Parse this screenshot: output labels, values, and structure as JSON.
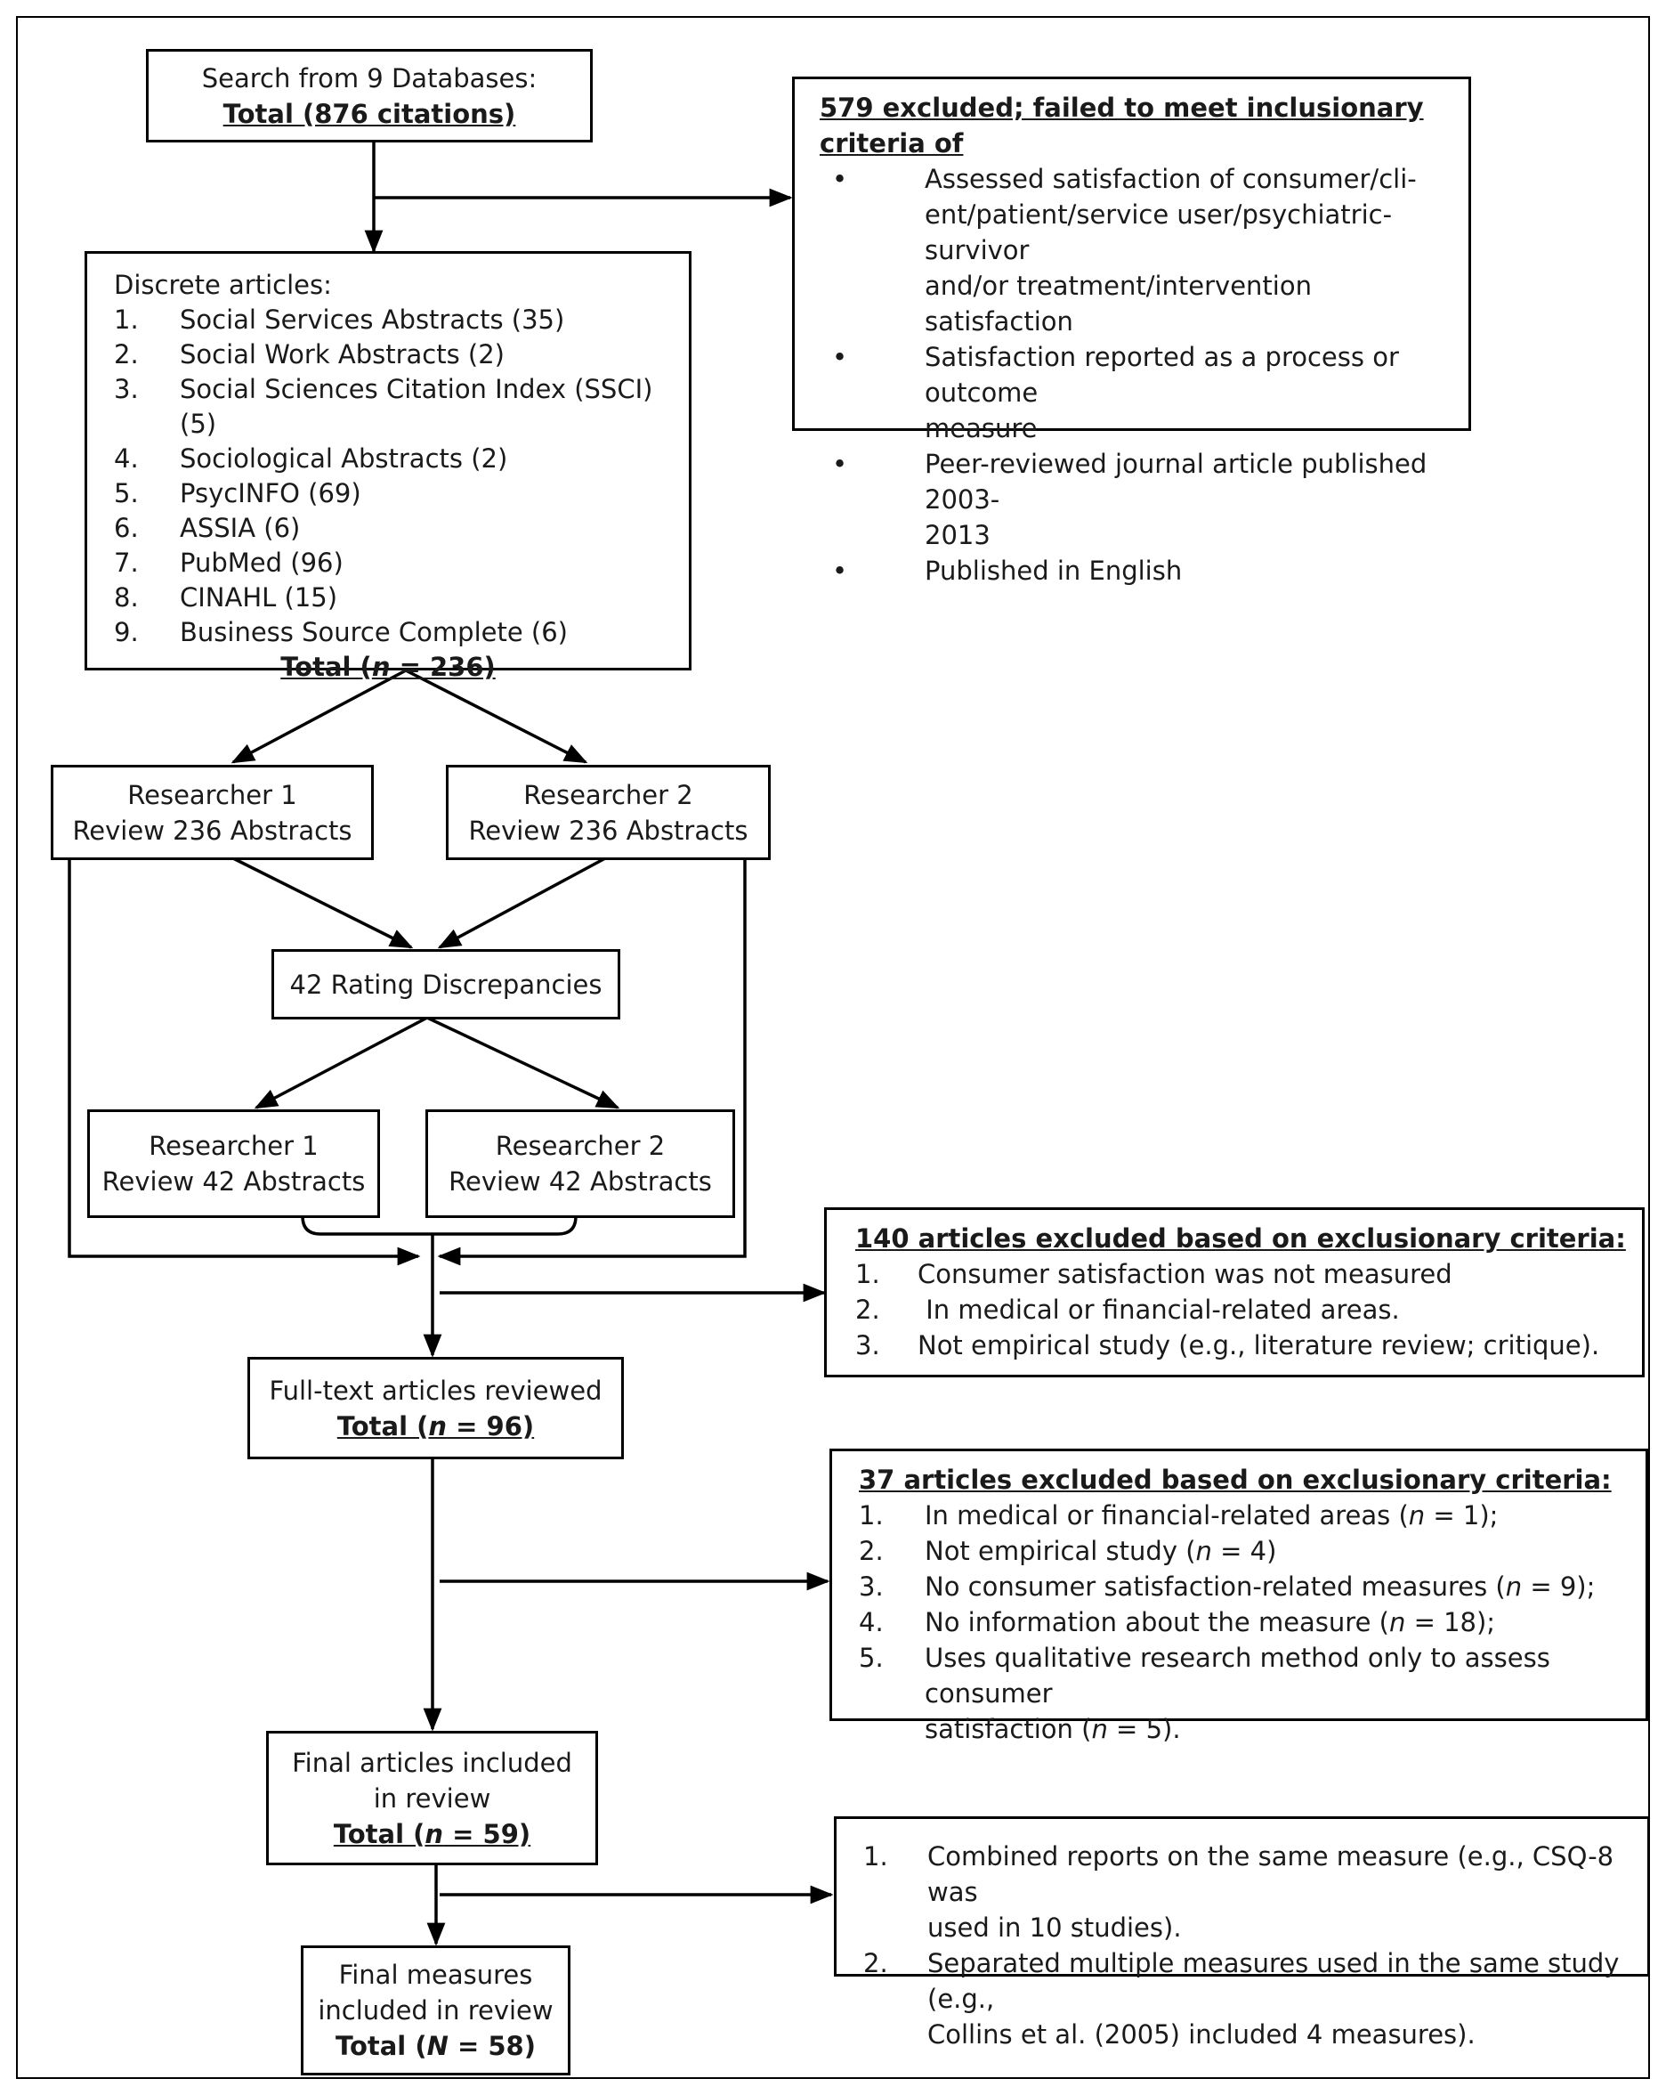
{
  "search": {
    "title": "Search from 9 Databases:",
    "total": "Total (876 citations)"
  },
  "excluded1": {
    "title": "579 excluded; failed to meet inclusionary criteria of",
    "bullets": [
      "Assessed satisfaction of consumer/cli-\nent/patient/service user/psychiatric-survivor\nand/or treatment/intervention satisfaction",
      "Satisfaction reported as a process or outcome\nmeasure",
      "Peer-reviewed journal article published 2003-\n2013",
      "Published in English"
    ]
  },
  "discrete": {
    "title": "Discrete articles:",
    "items": [
      {
        "num": "1.",
        "text": "Social Services Abstracts (35)"
      },
      {
        "num": "2.",
        "text": "Social Work Abstracts (2)"
      },
      {
        "num": "3.",
        "text": "Social Sciences Citation Index (SSCI) (5)"
      },
      {
        "num": "4.",
        "text": "Sociological Abstracts (2)"
      },
      {
        "num": "5.",
        "text": "PsycINFO (69)"
      },
      {
        "num": "6.",
        "text": "ASSIA (6)"
      },
      {
        "num": "7.",
        "text": "PubMed (96)"
      },
      {
        "num": "8.",
        "text": "CINAHL (15)"
      },
      {
        "num": "9.",
        "text": "Business Source Complete (6)"
      }
    ],
    "total_prefix": "Total (",
    "total_n": "n",
    "total_suffix": " = 236)"
  },
  "researcher1_abs": {
    "line1": "Researcher 1",
    "line2": "Review 236 Abstracts"
  },
  "researcher2_abs": {
    "line1": "Researcher 2",
    "line2": "Review 236 Abstracts"
  },
  "discrepancies": {
    "label": "42 Rating Discrepancies"
  },
  "researcher1_disc": {
    "line1": "Researcher 1",
    "line2": "Review 42 Abstracts"
  },
  "researcher2_disc": {
    "line1": "Researcher 2",
    "line2": "Review 42 Abstracts"
  },
  "excluded2": {
    "title": "140 articles excluded based on exclusionary criteria:",
    "items": [
      {
        "num": "1.",
        "text": "Consumer satisfaction was not measured"
      },
      {
        "num": "2.",
        "text": " In medical or financial-related areas."
      },
      {
        "num": "3.",
        "text": "Not empirical study (e.g., literature review; critique)."
      }
    ]
  },
  "fulltext": {
    "title": "Full-text articles reviewed",
    "total_prefix": "Total (",
    "total_n": "n",
    "total_suffix": " = 96)"
  },
  "excluded3": {
    "title": "37 articles excluded based on exclusionary criteria:",
    "items": [
      {
        "num": "1.",
        "pre": "In medical or financial-related areas (",
        "n": "n",
        "post": " = 1);"
      },
      {
        "num": "2.",
        "pre": "Not empirical study (",
        "n": "n",
        "post": " = 4)"
      },
      {
        "num": "3.",
        "pre": "No consumer satisfaction-related measures (",
        "n": "n",
        "post": " = 9);"
      },
      {
        "num": "4.",
        "pre": "No information about the measure (",
        "n": "n",
        "post": " = 18);"
      },
      {
        "num": "5.",
        "pre": "Uses qualitative research method only to assess consumer\nsatisfaction (",
        "n": "n",
        "post": " = 5)."
      }
    ]
  },
  "final_articles": {
    "line1": "Final articles included",
    "line2": "in review",
    "total_prefix": "Total (",
    "total_n": "n",
    "total_suffix": " = 59)"
  },
  "combined": {
    "items": [
      {
        "num": "1.",
        "text": "Combined reports on the same measure (e.g., CSQ-8 was\nused in 10 studies)."
      },
      {
        "num": "2.",
        "text": "Separated multiple measures used in the same study (e.g.,\nCollins et al. (2005) included 4 measures)."
      }
    ]
  },
  "final_measures": {
    "line1": "Final measures",
    "line2": "included in review",
    "total_prefix": "Total (",
    "total_n": "N",
    "total_suffix": " = 58)"
  }
}
